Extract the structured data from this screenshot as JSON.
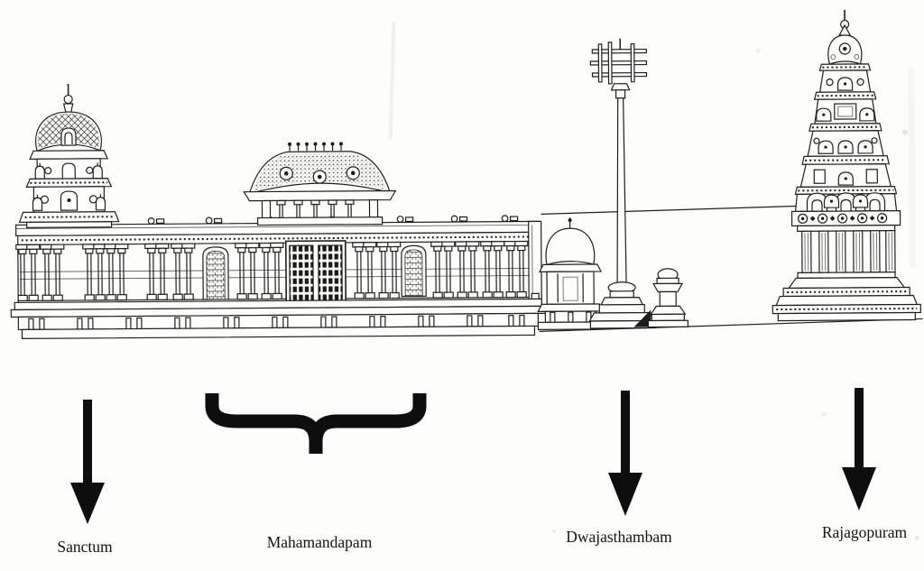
{
  "figure": {
    "type": "scanned black-and-white line drawing",
    "subject": "South Indian (Dravidian) temple side elevation diagram",
    "background_color": "#fdfdfb",
    "ink_color": "#1f1f1f",
    "annotation_color": "#0e0e0e",
    "labels": {
      "sanctum": "Sanctum",
      "mahamandapam": "Mahamandapam",
      "dwajasthambam": "Dwajasthambam",
      "rajagopuram": "Rajagopuram"
    },
    "annotations": [
      {
        "icon": "down-arrow-icon",
        "points_to": "Sanctum"
      },
      {
        "icon": "brace-icon",
        "points_to": "Mahamandapam"
      },
      {
        "icon": "down-arrow-icon",
        "points_to": "Dwajasthambam"
      },
      {
        "icon": "down-arrow-icon",
        "points_to": "Rajagopuram"
      }
    ]
  }
}
